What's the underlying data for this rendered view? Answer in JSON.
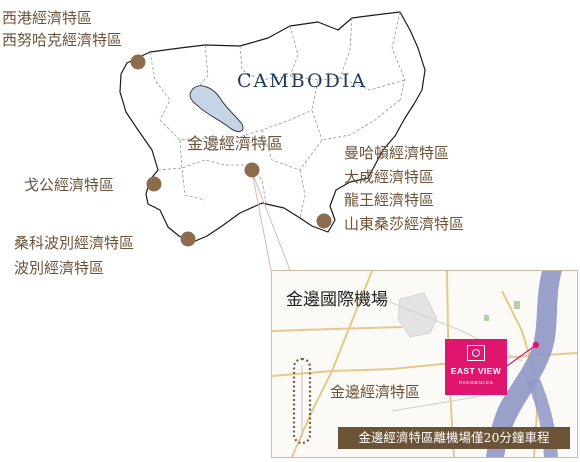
{
  "map": {
    "country_label": "CAMBODIA",
    "colors": {
      "border": "#1a1a1a",
      "province_line": "#999999",
      "lake": "#c6d4e6",
      "marker": "#8b6d4e",
      "label": "#6b5339",
      "leader_line": "#d8b9ab"
    },
    "zones": [
      {
        "id": "poipet",
        "labels": [
          "西港經濟特區",
          "西努哈克經濟特區"
        ]
      },
      {
        "id": "phnom-penh",
        "labels": [
          "金邊經濟特區"
        ]
      },
      {
        "id": "koh-kong",
        "labels": [
          "戈公經濟特區"
        ]
      },
      {
        "id": "sihanoukville",
        "labels": [
          "桑科波別經濟特區",
          "波別經濟特區"
        ]
      },
      {
        "id": "bavet",
        "labels": [
          "曼哈頓經濟特區",
          "大成經濟特區",
          "龍王經濟特區",
          "山東桑莎經濟特區"
        ]
      }
    ]
  },
  "inset": {
    "title": "金邊國際機場",
    "sez_label": "金邊經濟特區",
    "banner": "金邊經濟特區離機場僅20分鐘車程",
    "logo": {
      "name": "EAST VIEW",
      "subtitle": "RESIDENCES",
      "color": "#e0166e",
      "icon": "east-view-logo-icon"
    }
  }
}
